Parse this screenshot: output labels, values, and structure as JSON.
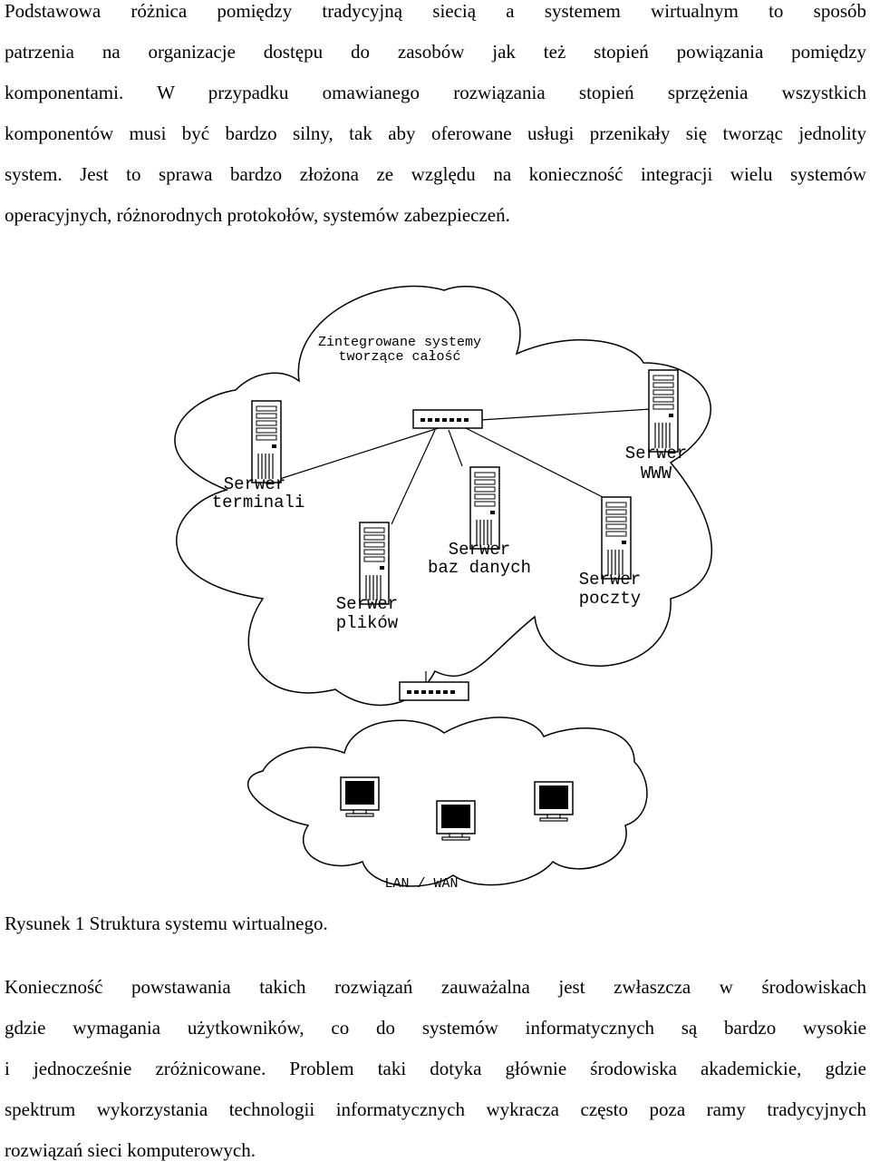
{
  "paragraph1": {
    "lines": [
      "Podstawowa różnica pomiędzy tradycyjną siecią a systemem wirtualnym to sposób",
      "patrzenia na organizacje dostępu do zasobów jak też stopień powiązania pomiędzy",
      "komponentami. W przypadku omawianego rozwiązania stopień sprzężenia wszystkich",
      "komponentów musi być bardzo silny, tak aby oferowane usługi przenikały się tworząc jednolity",
      "system. Jest to sprawa bardzo złożona ze względu na konieczność integracji wielu systemów",
      "operacyjnych, różnorodnych protokołów, systemów zabezpieczeń."
    ]
  },
  "diagram": {
    "cloud_title_line1": "Zintegrowane systemy",
    "cloud_title_line2": "tworzące całość",
    "servers": {
      "terminal": {
        "line1": "Serwer",
        "line2": "terminali"
      },
      "files": {
        "line1": "Serwer",
        "line2": "plików"
      },
      "database": {
        "line1": "Serwer",
        "line2": "baz danych"
      },
      "mail": {
        "line1": "Serwer",
        "line2": "poczty"
      },
      "www": {
        "line1": "Serwer",
        "line2": "WWW"
      }
    },
    "lan_label": "LAN / WAN"
  },
  "caption": "Rysunek 1 Struktura systemu wirtualnego.",
  "paragraph2": {
    "lines": [
      "Konieczność powstawania takich rozwiązań zauważalna jest zwłaszcza w środowiskach",
      "gdzie wymagania użytkowników, co do systemów informatycznych są bardzo wysokie",
      "i jednocześnie zróżnicowane. Problem taki dotyka głównie środowiska akademickie, gdzie",
      "spektrum wykorzystania technologii informatycznych wykracza często poza ramy tradycyjnych",
      "rozwiązań sieci komputerowych."
    ]
  }
}
